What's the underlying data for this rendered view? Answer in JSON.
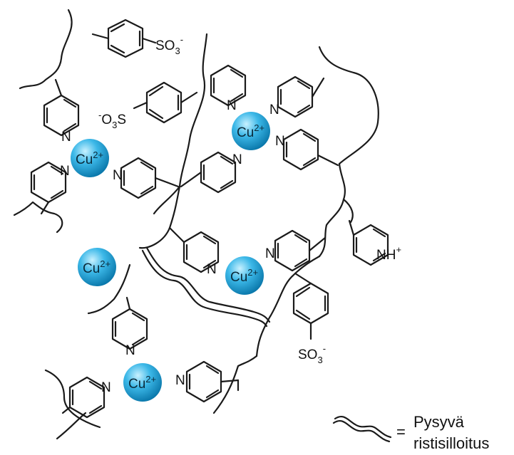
{
  "diagram": {
    "metal_label": "Cu",
    "metal_charge": "2+",
    "pyridine_n": "N",
    "pyridinium_label": "NH",
    "pyridinium_charge": "+",
    "sulfonate_label": "SO",
    "sulfonate_sub": "3",
    "sulfonate_charge": "-",
    "sulfonate_left_prefix": "-",
    "sulfonate_left_o": "O",
    "sulfonate_left_sub": "3",
    "sulfonate_left_s": "S",
    "legend_equals": "=",
    "legend_line1": "Pysyvä",
    "legend_line2": "ristisilloitus",
    "colors": {
      "metal_light": "#bfeefd",
      "metal_mid": "#3bb6e6",
      "metal_dark": "#0a7fb3",
      "ink": "#1a1a1a"
    }
  }
}
